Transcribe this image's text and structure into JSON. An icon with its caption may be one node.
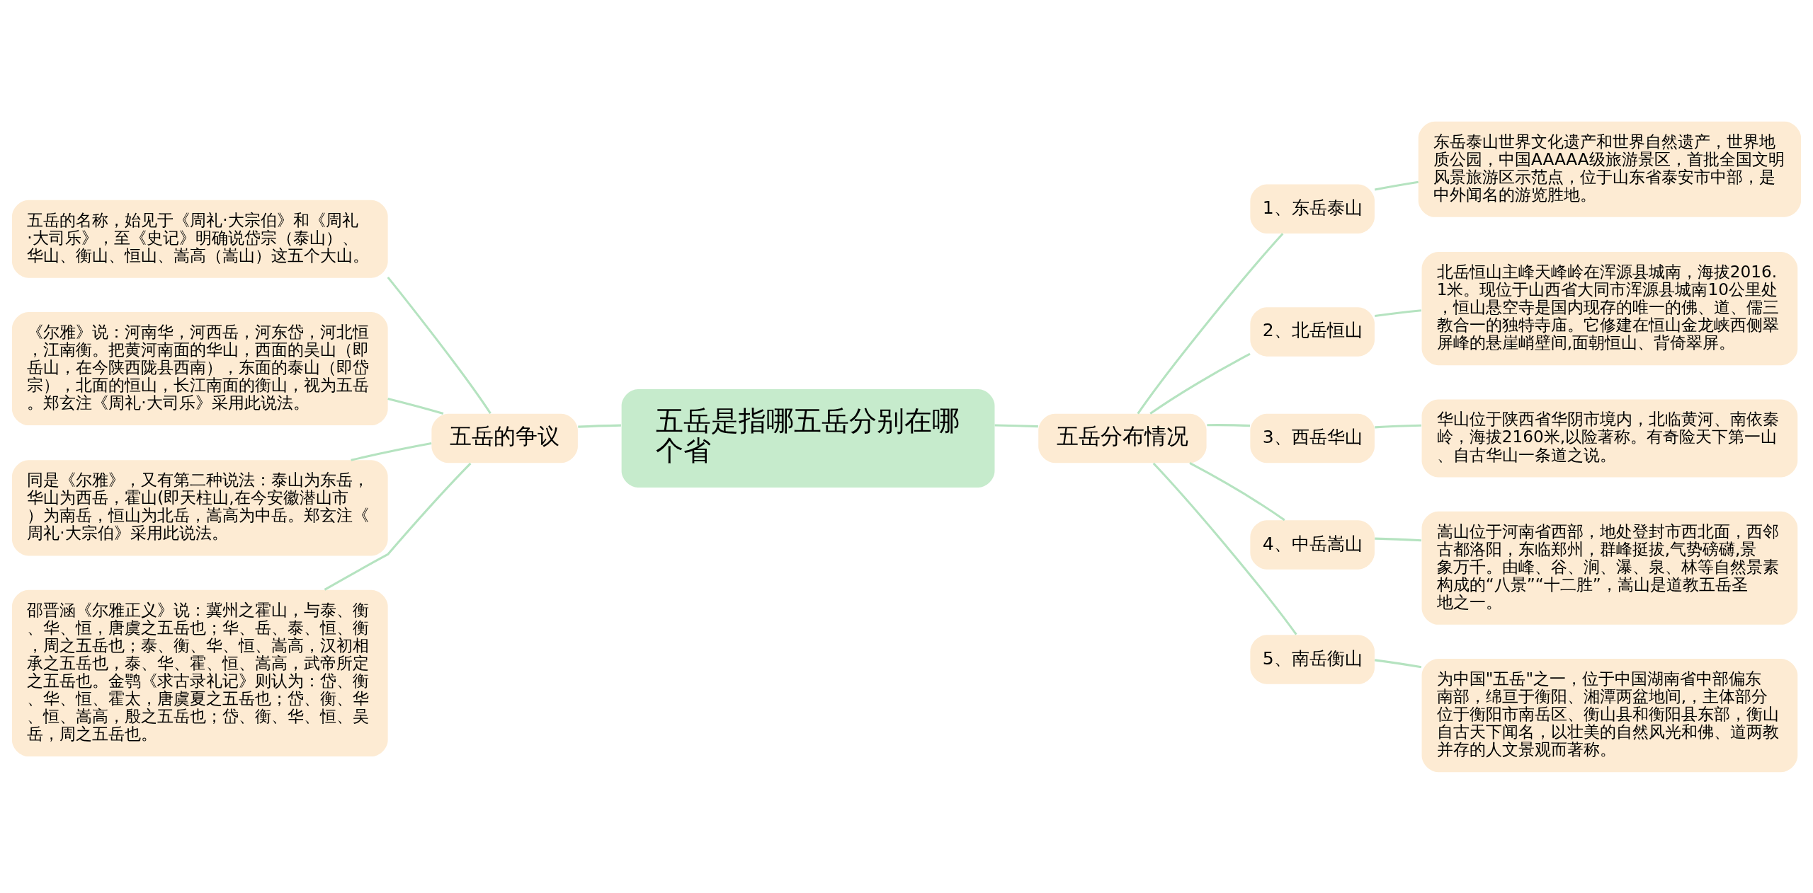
{
  "diagram": {
    "nodes": [
      {
        "text": [
          "五岳是指哪五岳分别在哪个省"
        ]
      },
      {
        "text": [
          "五岳的争议"
        ]
      },
      {
        "text": [
          "五岳的名称，始见于《周礼·大宗伯》和《周礼·大司乐》，至《史记》明确说岱宗（泰山）、华山、衡山、恒山、嵩高（嵩山）这五个大山。"
        ]
      },
      {
        "text": [
          "《尔雅》说：河南华，河西岳，河东岱，河北恒，江南衡。把黄河南面的华山，西面的吴山（即岳山，在今陕西陇县西南），东面的泰山（即岱宗），北面的恒山，长江南面的衡山，视为五岳。郑玄注《周礼·大司乐》采用此说法。"
        ]
      },
      {
        "text": [
          "同是《尔雅》，又有第二种说法：泰山为东岳，华山为西岳，霍山(即天柱山,在今安徽潜山市）为南岳，恒山为北岳，嵩高为中岳。郑玄注《周礼·大宗伯》采用此说法。"
        ]
      },
      {
        "text": [
          "邵晋涵《尔雅正义》说：冀州之霍山，与泰、衡、华、恒，唐虞之五岳也；华、岳、泰、恒、衡，周之五岳也；泰、衡、华、恒、嵩高，汉初相承之五岳也，泰、华、霍、恒、嵩高，武帝所定之五岳也。金鹗《求古录礼记》则认为：岱、衡、华、恒、霍太，唐虞夏之五岳也；岱、衡、华、恒、嵩高，殷之五岳也；岱、衡、华、恒、吴岳，周之五岳也。"
        ]
      },
      {
        "text": [
          "五岳分布情况"
        ]
      },
      {
        "text": [
          "1、东岳泰山"
        ]
      },
      {
        "text": [
          "东岳泰山世界文化遗产和世界自然遗产，世界地质公园，中国AAAAA级旅游景区，首批全国文明风景旅游区示范点，位于山东省泰安市中部，是中外闻名的游览胜地。"
        ]
      },
      {
        "text": [
          "2、北岳恒山"
        ]
      },
      {
        "text": [
          "北岳恒山主峰天峰岭在浑源县城南，海拔2016.1米。现位于山西省大同市浑源县城南10公里处，恒山悬空寺是国内现存的唯一的佛、道、儒三教合一的独特寺庙。它修建在恒山金龙峡西侧翠屏峰的悬崖峭壁间,面朝恒山、背倚翠屏。"
        ]
      },
      {
        "text": [
          "3、西岳华山"
        ]
      },
      {
        "text": [
          "华山位于陕西省华阴市境内，北临黄河、南依秦岭，海拔2160米,以险著称。有奇险天下第一山、自古华山一条道之说。"
        ]
      },
      {
        "text": [
          "4、中岳嵩山"
        ]
      },
      {
        "text": [
          "嵩山位于河南省西部，地处登封市西北面，西邻古都洛阳，东临郑州，群峰挺拔,气势磅礴,景象万千。由峰、谷、涧、瀑、泉、林等自然景素构成的“八景”“十二胜”，嵩山是道教五岳圣地之一。"
        ]
      },
      {
        "text": [
          "5、南岳衡山"
        ]
      },
      {
        "text": [
          "为中国\"五岳\"之一，位于中国湖南省中部偏东南部，绵亘于衡阳、湘潭两盆地间,，主体部分位于衡阳市南岳区、衡山县和衡阳县东部，衡山自古天下闻名，以壮美的自然风光和佛、道两教并存的人文景观而著称。"
        ]
      }
    ],
    "edges": [
      {
        "from": 0,
        "to": 1,
        "arrow": "none"
      },
      {
        "from": 1,
        "to": 2,
        "arrow": "none"
      },
      {
        "from": 1,
        "to": 3,
        "arrow": "none"
      },
      {
        "from": 1,
        "to": 4,
        "arrow": "none"
      },
      {
        "from": 1,
        "to": 5,
        "arrow": "none"
      },
      {
        "from": 0,
        "to": 6,
        "arrow": "none"
      },
      {
        "from": 6,
        "to": 7,
        "arrow": "none"
      },
      {
        "from": 7,
        "to": 8,
        "arrow": "none"
      },
      {
        "from": 6,
        "to": 9,
        "arrow": "none"
      },
      {
        "from": 9,
        "to": 10,
        "arrow": "none"
      },
      {
        "from": 6,
        "to": 11,
        "arrow": "none"
      },
      {
        "from": 11,
        "to": 12,
        "arrow": "none"
      },
      {
        "from": 6,
        "to": 13,
        "arrow": "none"
      },
      {
        "from": 13,
        "to": 14,
        "arrow": "none"
      },
      {
        "from": 6,
        "to": 15,
        "arrow": "none"
      },
      {
        "from": 15,
        "to": 16,
        "arrow": "none"
      }
    ]
  }
}
